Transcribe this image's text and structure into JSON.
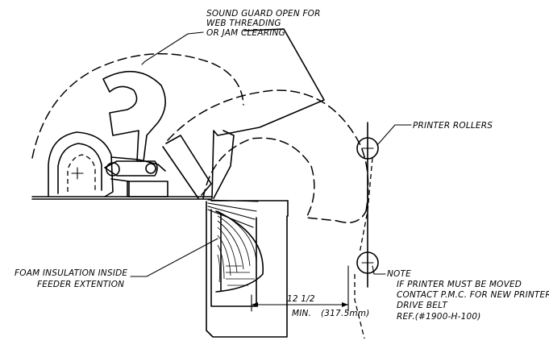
{
  "labels": {
    "sound_guard_1": "SOUND GUARD OPEN FOR",
    "sound_guard_2": "WEB THREADING",
    "sound_guard_3": "OR JAM CLEARING",
    "printer_rollers": "PRINTER ROLLERS",
    "foam_1": "FOAM INSULATION INSIDE",
    "foam_2": "FEEDER EXTENTION",
    "dim_value": "12 1/2",
    "dim_min": "MIN.",
    "dim_metric": "(317.5mm)",
    "note_title": "NOTE",
    "note_1": "IF PRINTER MUST BE MOVED",
    "note_2": "CONTACT P.M.C. FOR NEW PRINTER",
    "note_3": "DRIVE BELT",
    "note_4": "REF.(#1900-H-100)"
  },
  "icons": [
    "pivot-crosshair-icon",
    "roller-icon"
  ]
}
